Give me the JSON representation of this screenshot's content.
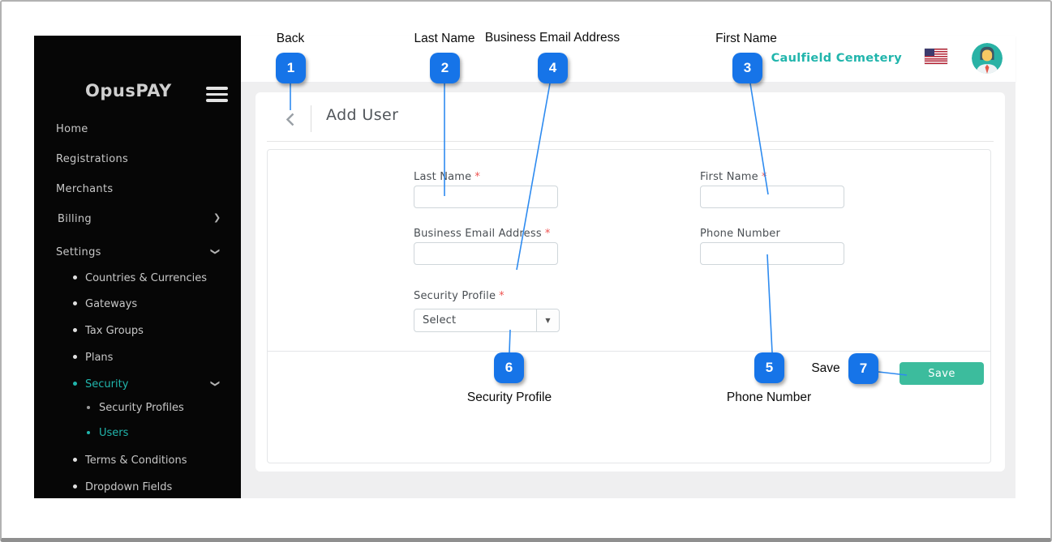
{
  "sidebar": {
    "brand": "OpusPAY",
    "home": "Home",
    "registrations": "Registrations",
    "merchants": "Merchants",
    "billing": "Billing",
    "settings": "Settings",
    "countries": "Countries & Currencies",
    "gateways": "Gateways",
    "tax_groups": "Tax Groups",
    "plans": "Plans",
    "security": "Security",
    "security_profiles": "Security Profiles",
    "users": "Users",
    "terms": "Terms & Conditions",
    "dropdown_fields": "Dropdown Fields"
  },
  "topbar": {
    "merchant_name": "Caulfield Cemetery"
  },
  "page": {
    "title": "Add User"
  },
  "form": {
    "last_name_label": "Last Name",
    "first_name_label": "First Name",
    "business_email_label": "Business Email Address",
    "phone_label": "Phone Number",
    "security_profile_label": "Security Profile",
    "required_mark": "*",
    "last_name_value": "",
    "first_name_value": "",
    "business_email_value": "",
    "phone_value": "",
    "select_placeholder": "Select",
    "save_button": "Save"
  },
  "annotations": {
    "items": [
      {
        "num": "1",
        "label": "Back"
      },
      {
        "num": "2",
        "label": "Last Name"
      },
      {
        "num": "3",
        "label": "First Name"
      },
      {
        "num": "4",
        "label": "Business Email Address"
      },
      {
        "num": "5",
        "label": "Phone Number"
      },
      {
        "num": "6",
        "label": "Security Profile"
      },
      {
        "num": "7",
        "label": "Save"
      }
    ]
  },
  "colors": {
    "accent_teal": "#21b5ac",
    "save_button_bg": "#3cbc9d",
    "badge_blue": "#1674e8",
    "annotation_line": "#2e8bf0",
    "required_red": "#ef5350",
    "sidebar_bg": "#060606"
  }
}
